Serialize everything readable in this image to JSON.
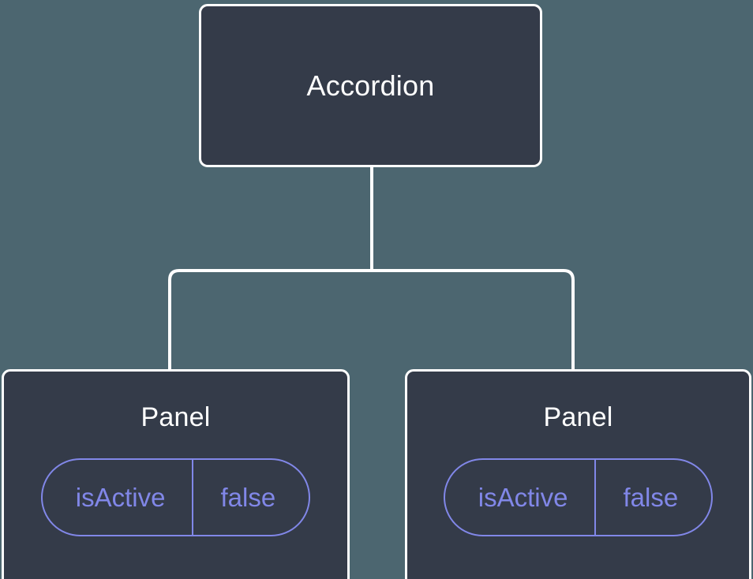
{
  "diagram": {
    "title_text": "Accordion",
    "background_color": "#4c6670",
    "node_fill_color": "#343b49",
    "node_border_color": "#ffffff",
    "connector_color": "#ffffff",
    "prop_accent_color": "#8187e8"
  },
  "root": {
    "label": "Accordion"
  },
  "children": [
    {
      "label": "Panel",
      "prop": {
        "key": "isActive",
        "value": "false"
      }
    },
    {
      "label": "Panel",
      "prop": {
        "key": "isActive",
        "value": "false"
      }
    }
  ]
}
